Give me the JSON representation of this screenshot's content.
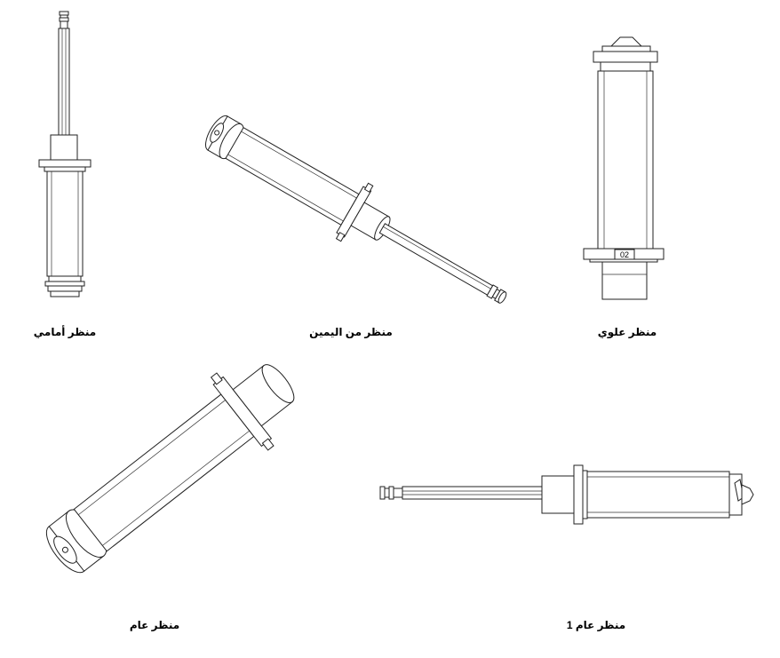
{
  "views": {
    "front": {
      "caption": "منظر أمامي"
    },
    "right": {
      "caption": "منظر من اليمين"
    },
    "top": {
      "caption": "منظر علوي",
      "part_label": "02"
    },
    "general": {
      "caption": "منظر عام"
    },
    "general1": {
      "caption": "منظر عام 1"
    }
  }
}
